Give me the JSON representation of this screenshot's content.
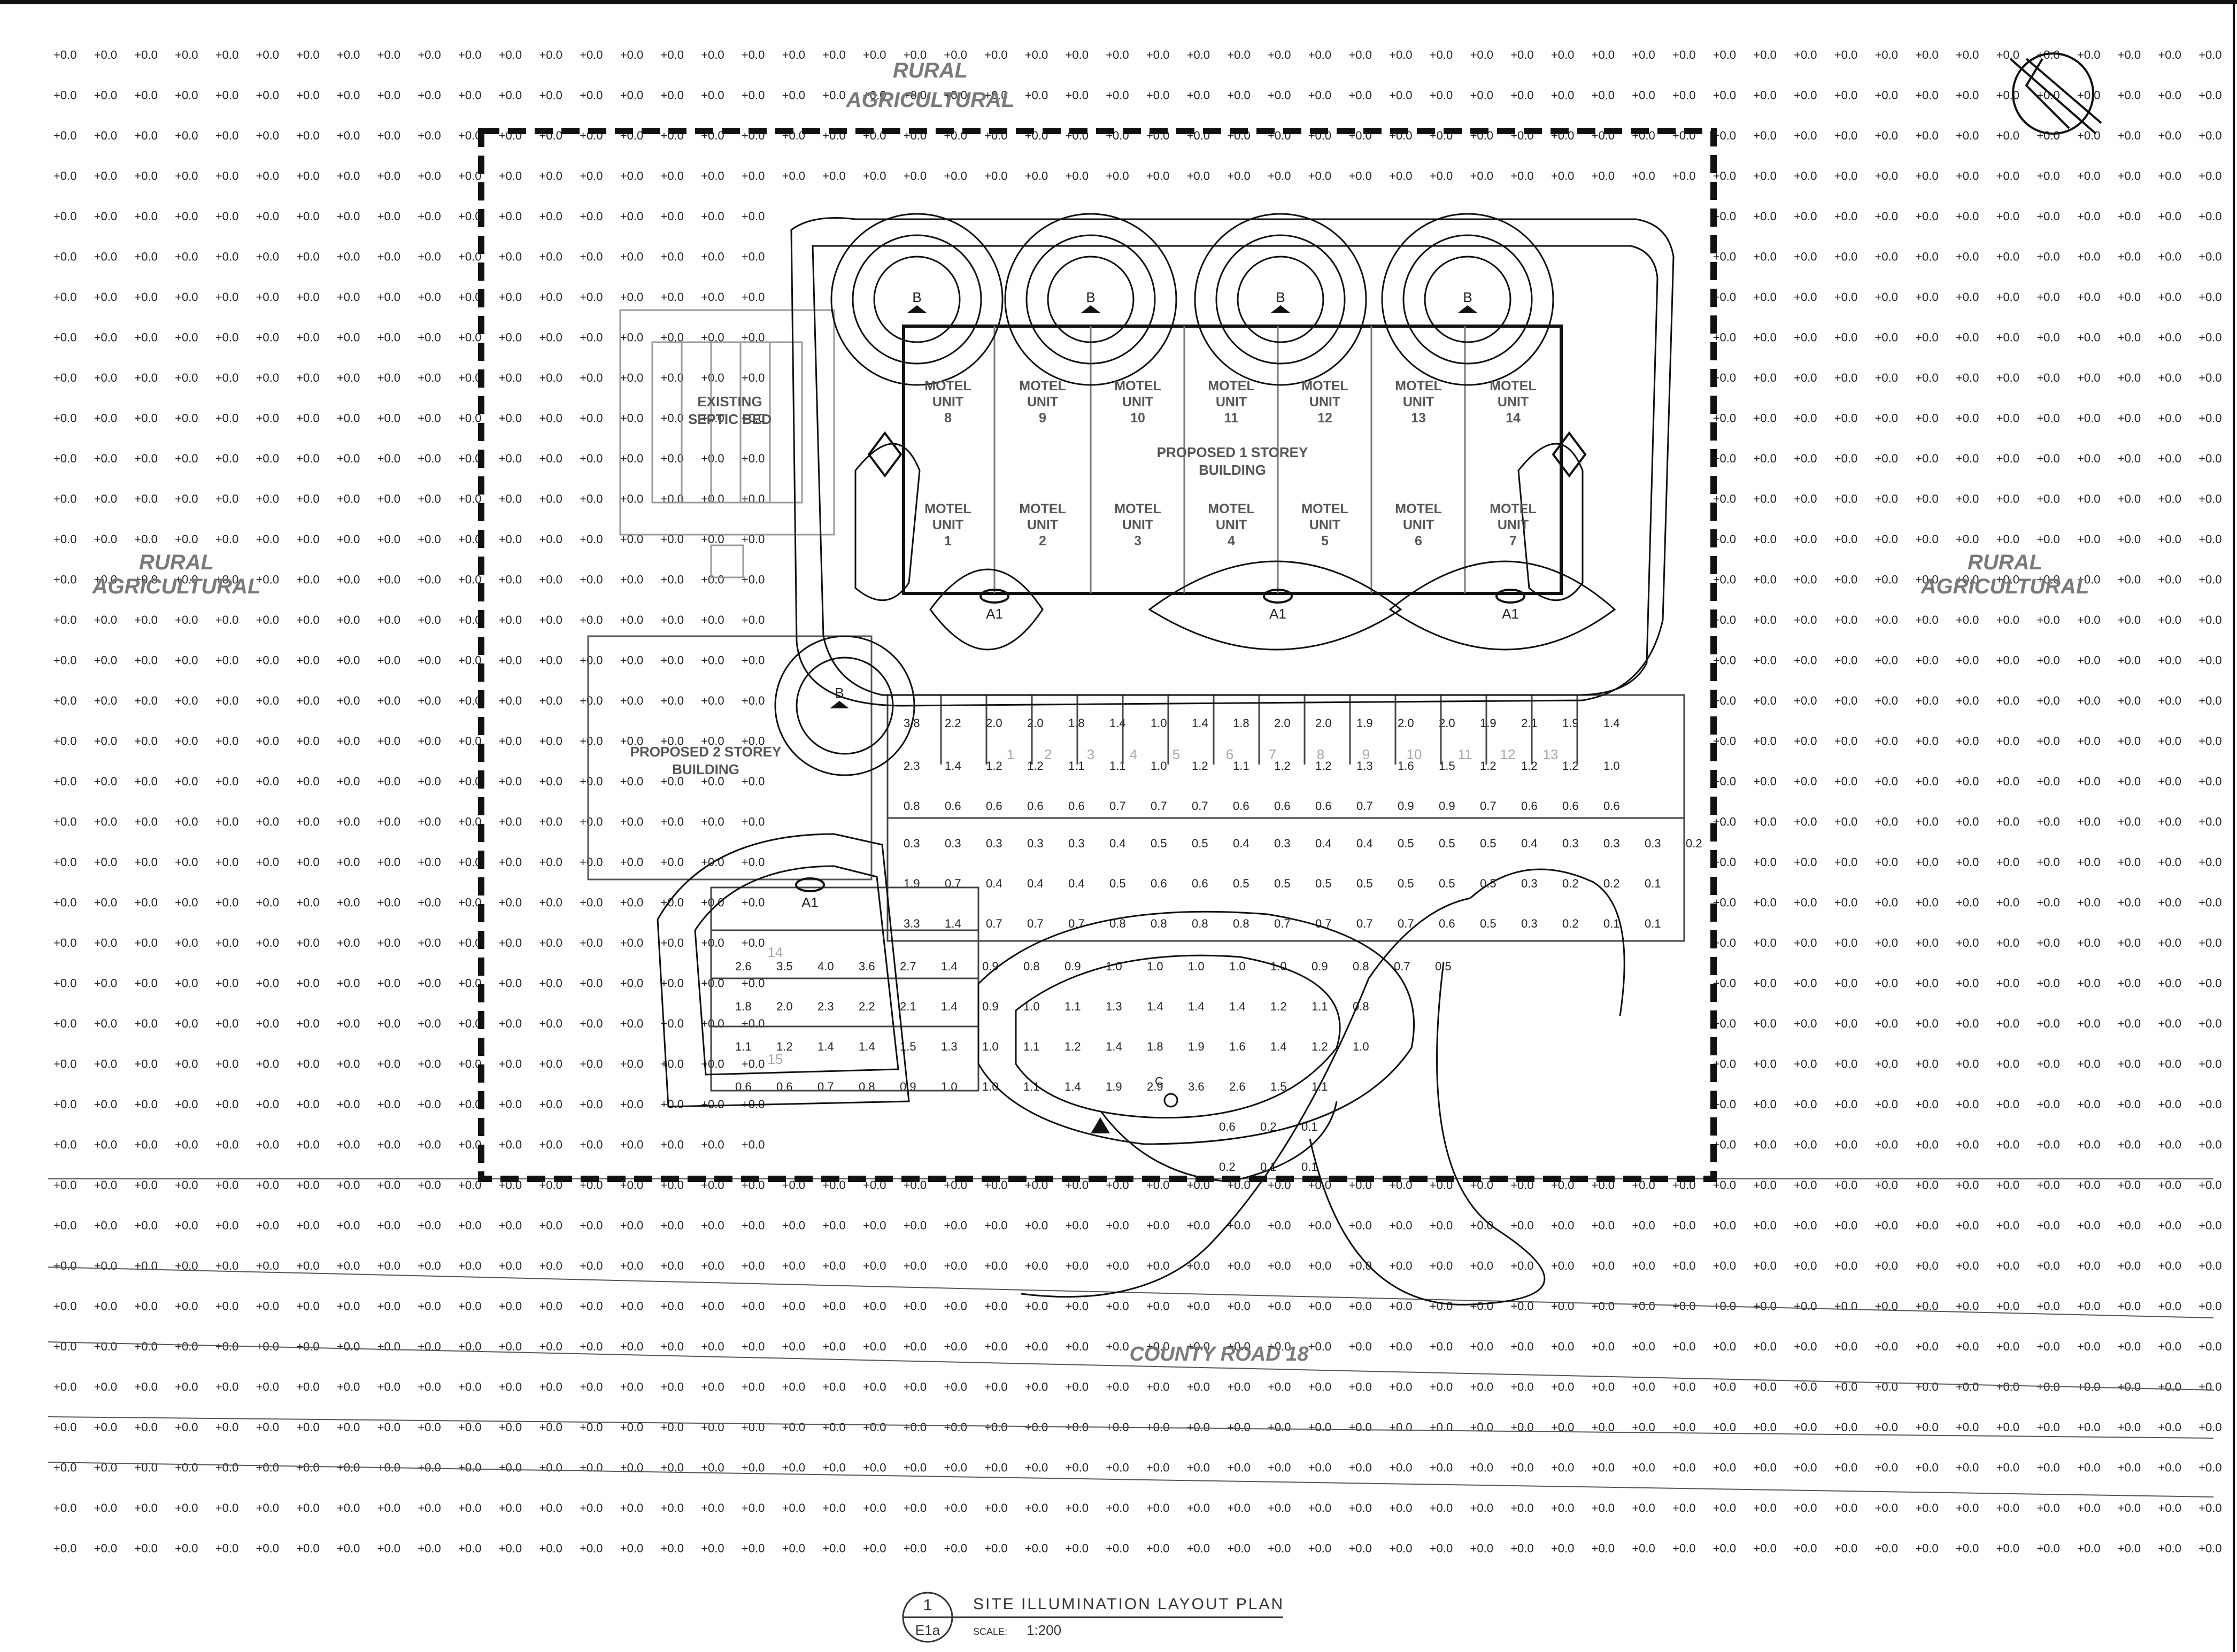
{
  "colors": {
    "line": "#111111",
    "grey_text": "#555555",
    "light_line": "#9a9a9a",
    "background": "#ffffff"
  },
  "grid": {
    "default_value": "0.0",
    "columns": 54,
    "rows": 38
  },
  "zones": {
    "north": [
      "RURAL",
      "AGRICULTURAL"
    ],
    "west": [
      "RURAL",
      "AGRICULTURAL"
    ],
    "east": [
      "RURAL",
      "AGRICULTURAL"
    ],
    "road": "COUNTY ROAD 18"
  },
  "buildings": {
    "existing_septic": [
      "EXISTING",
      "SEPTIC BED"
    ],
    "one_storey": [
      "PROPOSED 1 STOREY",
      "BUILDING"
    ],
    "two_storey": [
      "PROPOSED 2 STOREY",
      "BUILDING"
    ],
    "units_top": [
      {
        "label": "MOTEL UNIT",
        "num": "8"
      },
      {
        "label": "MOTEL UNIT",
        "num": "9"
      },
      {
        "label": "MOTEL UNIT",
        "num": "10"
      },
      {
        "label": "MOTEL UNIT",
        "num": "11"
      },
      {
        "label": "MOTEL UNIT",
        "num": "12"
      },
      {
        "label": "MOTEL UNIT",
        "num": "13"
      },
      {
        "label": "MOTEL UNIT",
        "num": "14"
      }
    ],
    "units_bottom": [
      {
        "label": "MOTEL UNIT",
        "num": "1"
      },
      {
        "label": "MOTEL UNIT",
        "num": "2"
      },
      {
        "label": "MOTEL UNIT",
        "num": "3"
      },
      {
        "label": "MOTEL UNIT",
        "num": "4"
      },
      {
        "label": "MOTEL UNIT",
        "num": "5"
      },
      {
        "label": "MOTEL UNIT",
        "num": "6"
      },
      {
        "label": "MOTEL UNIT",
        "num": "7"
      }
    ]
  },
  "fixtures": {
    "wall_b": "B",
    "pole_a1": "A1",
    "pole_c": "C"
  },
  "lot_rows": [
    {
      "values": [
        "3.8",
        "2.2",
        "2.0",
        "2.0",
        "1.8",
        "1.4",
        "1.0",
        "1.4",
        "1.8",
        "2.0",
        "2.0",
        "1.9",
        "2.0",
        "2.0",
        "1.9",
        "2.1",
        "1.9",
        "1.4"
      ]
    },
    {
      "values": [
        "2.3",
        "1.4",
        "1.2",
        "1.2",
        "1.1",
        "1.1",
        "1.0",
        "1.2",
        "1.1",
        "1.2",
        "1.2",
        "1.3",
        "1.6",
        "1.5",
        "1.2",
        "1.2",
        "1.2",
        "1.0"
      ]
    },
    {
      "values": [
        "0.8",
        "0.6",
        "0.6",
        "0.6",
        "0.6",
        "0.7",
        "0.7",
        "0.7",
        "0.6",
        "0.6",
        "0.6",
        "0.7",
        "0.9",
        "0.9",
        "0.7",
        "0.6",
        "0.6",
        "0.6"
      ]
    },
    {
      "values": [
        "0.3",
        "0.3",
        "0.3",
        "0.3",
        "0.3",
        "0.4",
        "0.5",
        "0.5",
        "0.4",
        "0.3",
        "0.4",
        "0.4",
        "0.5",
        "0.5",
        "0.5",
        "0.4",
        "0.3",
        "0.3",
        "0.3",
        "0.2"
      ]
    },
    {
      "values": [
        "1.9",
        "0.7",
        "0.4",
        "0.4",
        "0.4",
        "0.5",
        "0.6",
        "0.6",
        "0.5",
        "0.5",
        "0.5",
        "0.5",
        "0.5",
        "0.5",
        "0.5",
        "0.3",
        "0.2",
        "0.2",
        "0.1"
      ]
    },
    {
      "values": [
        "3.3",
        "1.4",
        "0.7",
        "0.7",
        "0.7",
        "0.8",
        "0.8",
        "0.8",
        "0.8",
        "0.7",
        "0.7",
        "0.7",
        "0.7",
        "0.6",
        "0.5",
        "0.3",
        "0.2",
        "0.1",
        "0.1"
      ]
    },
    {
      "values": [
        "2.6",
        "3.5",
        "4.0",
        "3.6",
        "2.7",
        "1.4",
        "0.9",
        "0.8",
        "0.9",
        "1.0",
        "1.0",
        "1.0",
        "1.0",
        "1.0",
        "0.9",
        "0.8",
        "0.7",
        "0.5"
      ]
    },
    {
      "values": [
        "1.8",
        "2.0",
        "2.3",
        "2.2",
        "2.1",
        "1.4",
        "0.9",
        "1.0",
        "1.1",
        "1.3",
        "1.4",
        "1.4",
        "1.4",
        "1.2",
        "1.1",
        "0.8"
      ]
    },
    {
      "values": [
        "1.1",
        "1.2",
        "1.4",
        "1.4",
        "1.5",
        "1.3",
        "1.0",
        "1.1",
        "1.2",
        "1.4",
        "1.8",
        "1.9",
        "1.6",
        "1.4",
        "1.2",
        "1.0"
      ]
    },
    {
      "values": [
        "0.6",
        "0.6",
        "0.7",
        "0.8",
        "0.9",
        "1.0",
        "1.0",
        "1.1",
        "1.4",
        "1.9",
        "2.9",
        "3.6",
        "2.6",
        "1.5",
        "1.1"
      ]
    },
    {
      "values": [
        "0.6",
        "0.2",
        "0.1"
      ]
    },
    {
      "values": [
        "0.2",
        "0.1",
        "0.1"
      ]
    }
  ],
  "stall_numbers": [
    "1",
    "2",
    "3",
    "4",
    "5",
    "6",
    "7",
    "8",
    "9",
    "10",
    "11",
    "12",
    "13",
    "14",
    "15"
  ],
  "title_block": {
    "number": "1",
    "sheet": "E1a",
    "title": "SITE ILLUMINATION LAYOUT PLAN",
    "scale_label": "SCALE:",
    "scale_value": "1:200"
  }
}
